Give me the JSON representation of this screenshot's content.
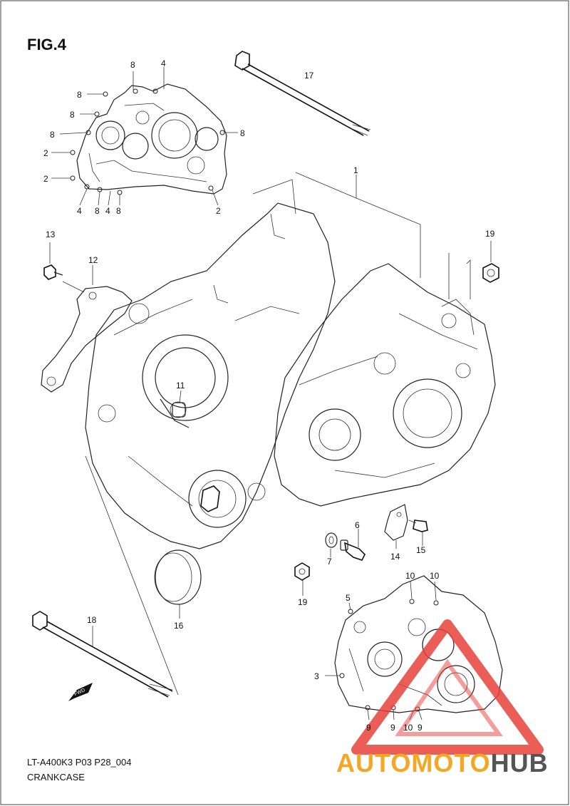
{
  "figure": {
    "title": "FIG.4",
    "model_code": "LT-A400K3 P03 P28_004",
    "caption": "CRANKCASE",
    "fwd_label": "FWD"
  },
  "callouts": {
    "c1": "1",
    "c2a": "2",
    "c2b": "2",
    "c2c": "2",
    "c3": "3",
    "c4a": "4",
    "c4b": "4",
    "c4c": "4",
    "c5": "5",
    "c6": "6",
    "c7": "7",
    "c8a": "8",
    "c8b": "8",
    "c8c": "8",
    "c8d": "8",
    "c8e": "8",
    "c8f": "8",
    "c8g": "8",
    "c9a": "9",
    "c9b": "9",
    "c9c": "9",
    "c10a": "10",
    "c10b": "10",
    "c10c": "10",
    "c11": "11",
    "c12": "12",
    "c13": "13",
    "c14": "14",
    "c15": "15",
    "c16": "16",
    "c17": "17",
    "c18": "18",
    "c19a": "19",
    "c19b": "19"
  },
  "watermark": {
    "part1": "AUTOMOTO",
    "part2": "HUB",
    "color_primary": "#e8413a",
    "color_secondary": "#f5a623",
    "color_dark": "#555555"
  }
}
